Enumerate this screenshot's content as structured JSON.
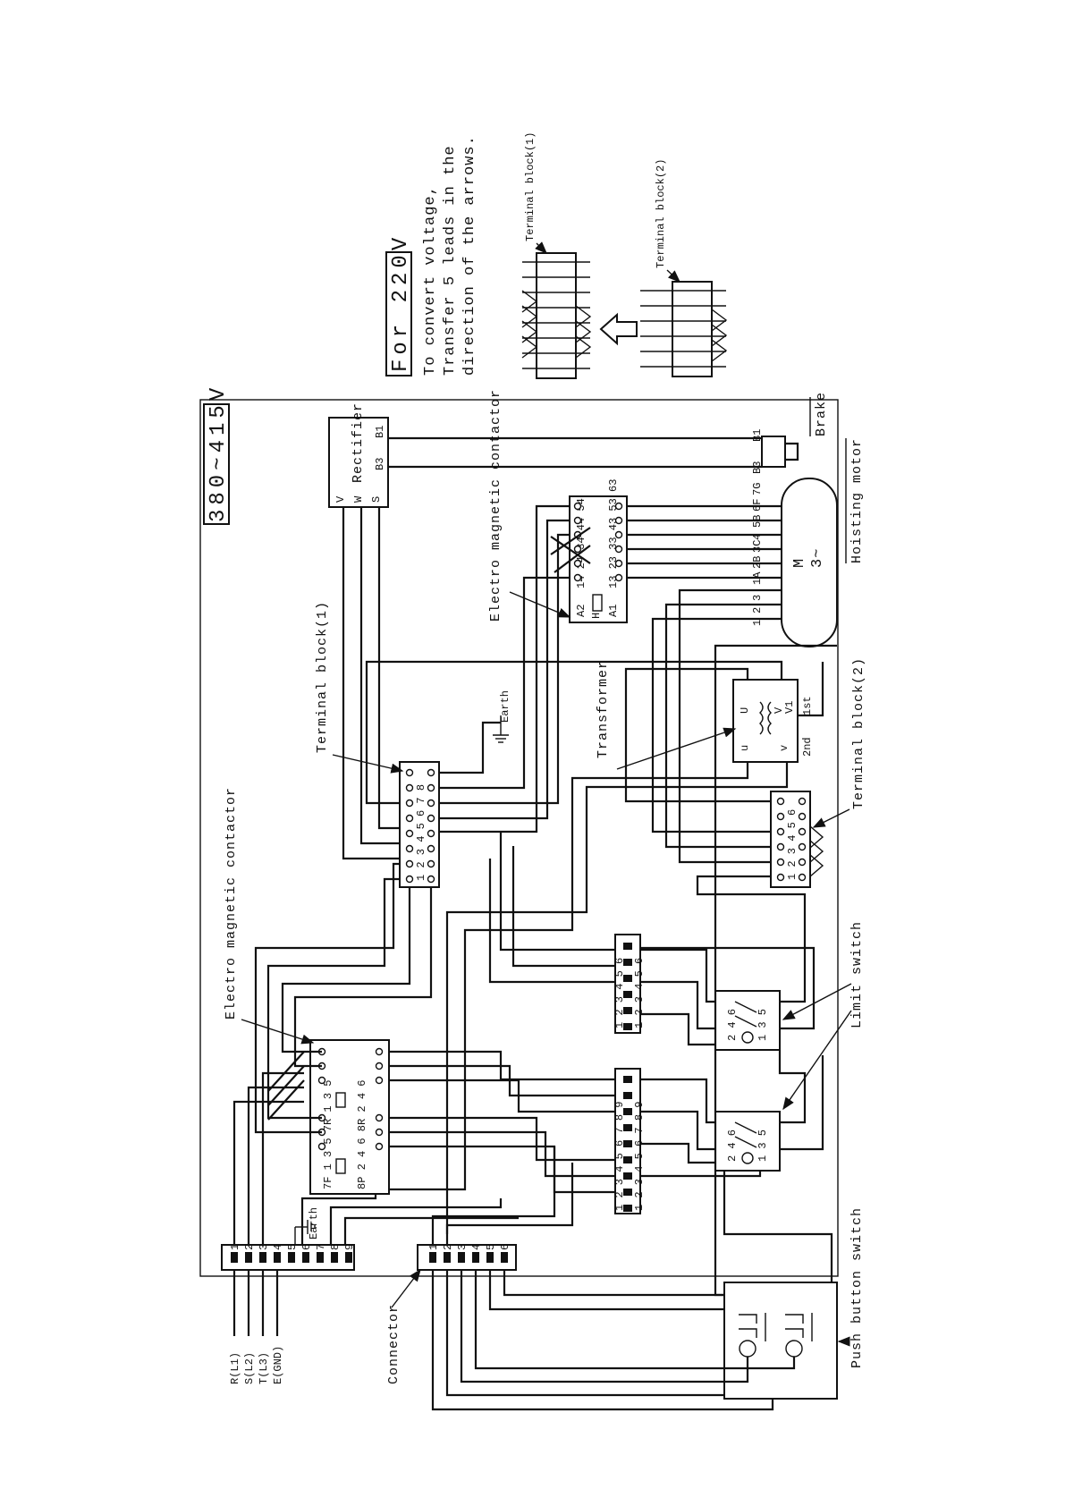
{
  "voltage_main": "380~415V",
  "conversion_note": {
    "title": "For 220V",
    "lines": [
      "To convert voltage,",
      "Transfer 5 leads in the",
      "direction of the arrows."
    ]
  },
  "labels": {
    "terminal_block_1": "Terminal block(1)",
    "terminal_block_2": "Terminal block(2)",
    "terminal_block_1_note": "Terminal block(1)",
    "terminal_block_2_note": "Terminal block(2)",
    "electro_contactor_top": "Electro magnetic contactor",
    "electro_contactor_bottom": "Electro magnetic contactor",
    "rectifier": "Rectifier",
    "brake": "Brake",
    "hoisting_motor": "Hoisting motor",
    "transformer": "Transformer",
    "limit_switch": "Limit switch",
    "push_button_switch": "Push button switch",
    "connector": "Connector",
    "earth_1": "Earth",
    "earth_2": "Earth"
  },
  "supply_lines": [
    "R(L1)",
    "S(L2)",
    "T(L3)",
    "E(GND)"
  ],
  "motor": {
    "symbol": "M",
    "phase": "3~"
  },
  "motor_leads": [
    "1",
    "2",
    "3",
    "1A",
    "2B",
    "3C",
    "4",
    "5B",
    "6F",
    "7G"
  ],
  "rectifier_pins": [
    "V",
    "W",
    "S",
    "B3",
    "B1"
  ],
  "brake_pins": [
    "B3",
    "B1"
  ],
  "transformer_pins": [
    "U",
    "V",
    "V1",
    "u",
    "v",
    "1st",
    "2nd"
  ],
  "terminal_block_1_pins": [
    "1",
    "2",
    "3",
    "4",
    "5",
    "6",
    "7",
    "8"
  ],
  "terminal_block_2_pins": [
    "1",
    "2",
    "3",
    "4",
    "5",
    "6"
  ],
  "main_terminal_pins": [
    "1",
    "2",
    "3",
    "4",
    "5",
    "6",
    "7",
    "8",
    "9"
  ],
  "connector_pins": [
    "1",
    "2",
    "3",
    "4",
    "5",
    "6"
  ],
  "upper_contactor_pins": [
    "A2",
    "14",
    "24",
    "34",
    "44",
    "54",
    "H",
    "A1",
    "13",
    "23",
    "33",
    "43",
    "53",
    "63"
  ],
  "lower_contactor_pins": [
    "7F",
    "1",
    "3",
    "5",
    "8P",
    "2",
    "4",
    "6",
    "7R",
    "1",
    "3",
    "5",
    "8R",
    "2",
    "4",
    "6"
  ],
  "limit_switch_pins": [
    "2",
    "4",
    "6",
    "1",
    "3",
    "5"
  ],
  "strip_pins_9": [
    "1",
    "2",
    "3",
    "4",
    "5",
    "6",
    "7",
    "8",
    "9"
  ],
  "strip_pins_6": [
    "1",
    "2",
    "3",
    "4",
    "5",
    "6"
  ]
}
